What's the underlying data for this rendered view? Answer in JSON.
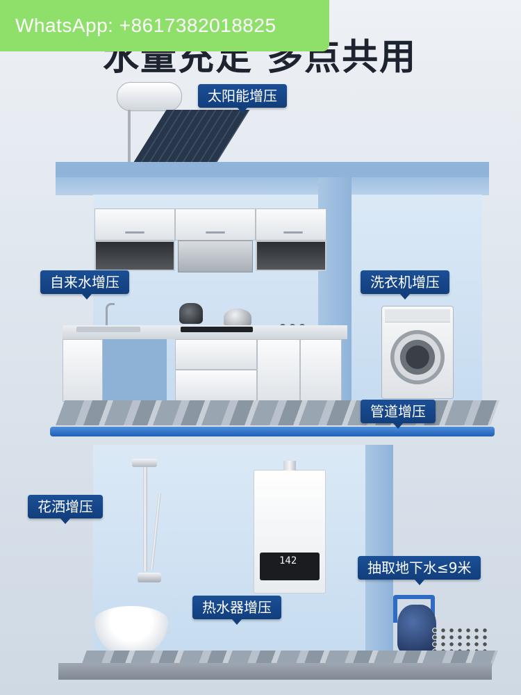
{
  "banner": {
    "text": "WhatsApp: +8617382018825"
  },
  "headline": {
    "text": "水量充足 多点共用"
  },
  "labels": {
    "solar": "太阳能增压",
    "tap_water": "自来水增压",
    "washer": "洗衣机增压",
    "pipe": "管道增压",
    "shower": "花洒增压",
    "groundwater": "抽取地下水≤9米",
    "heater": "热水器增压"
  },
  "heater_display": "142",
  "colors": {
    "label_bg": "#123e7c",
    "beam": "#8fb3d9",
    "pipe": "#1f5fb6",
    "banner": "#8fe06a"
  }
}
